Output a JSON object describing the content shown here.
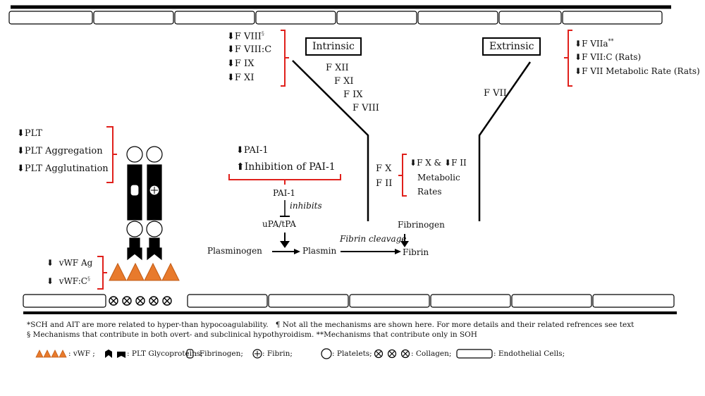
{
  "intrinsic": {
    "title": "Intrinsic",
    "factors": [
      "F XII",
      "F XI",
      "F IX",
      "F VIII"
    ],
    "decreased": [
      "F VIII",
      "F VIII:C",
      "F IX",
      "F XI"
    ],
    "fviii_mark": "§"
  },
  "extrinsic": {
    "title": "Extrinsic",
    "factor": "F VII",
    "decreased": [
      "F VIIa",
      "F VII:C (Rats)",
      "F VII Metabolic Rate (Rats)"
    ],
    "fviia_mark": "**"
  },
  "platelets": {
    "decreased": [
      "PLT",
      "PLT Aggregation",
      "PLT Agglutination"
    ]
  },
  "vwf": {
    "decreased": [
      "vWF Ag",
      "vWF:C"
    ],
    "vwfc_mark": "§"
  },
  "pai": {
    "decreased": "PAI-1",
    "increased": "Inhibition of PAI-1",
    "label": "PAI-1",
    "inhibits": "inhibits",
    "activator": "uPA/tPA"
  },
  "common": {
    "fx": "F X",
    "fii": "F II",
    "note_fx": "F X &",
    "note_fii": "F II",
    "note_line2": "Metabolic",
    "note_line3": "Rates"
  },
  "fibrinolysis": {
    "plasminogen": "Plasminogen",
    "plasmin": "Plasmin",
    "fibrin_cleavage": "Fibrin cleavage",
    "fibrinogen": "Fibrinogen",
    "fibrin": "Fibrin"
  },
  "footnotes": {
    "line1a": "*SCH and AIT are more related to hyper-than hypocoagulability.",
    "line1b": "¶  Not all the mechanisms are shown here. For more details and their related refrences see text",
    "line2": "§ Mechanisms that contribute in both overt- and subclinical hypothyroidism.  **Mechanisms that contribute only in SOH"
  },
  "legend": {
    "vwf": ": vWF ;",
    "plt_gp": ": PLT Glycoproteins;",
    "fibrinogen": ": Fibrinogen;",
    "fibrin": ": Fibrin;",
    "platelets": ": Platelets;",
    "collagen": ": Collagen;",
    "endothelial": ": Endothelial Cells;"
  },
  "colors": {
    "bracket": "#e0201b",
    "vwf": "#e87a2c",
    "line": "#000000"
  }
}
